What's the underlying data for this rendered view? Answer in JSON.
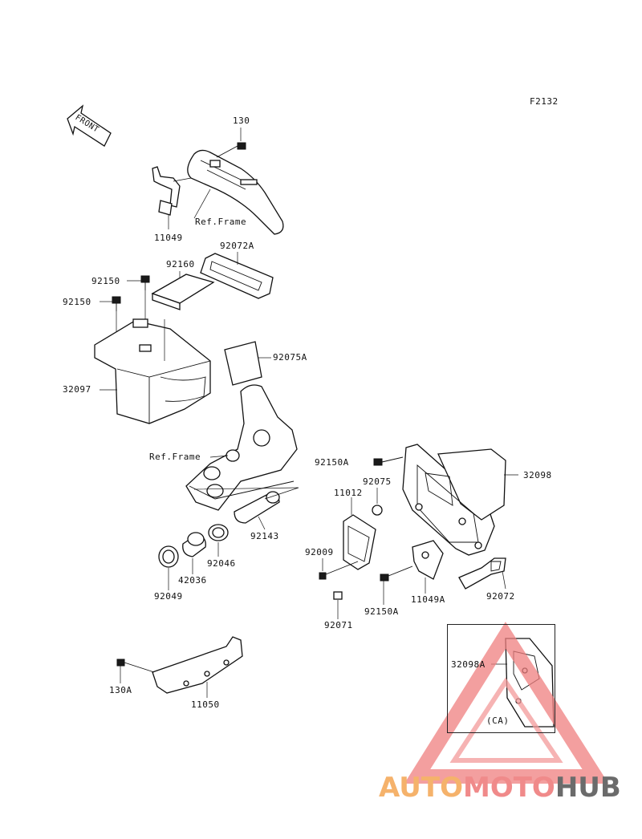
{
  "figure_code": "F2132",
  "front_label": "FRONT",
  "watermark": {
    "part1": "AUTO",
    "part2": "MOTO",
    "part3": "HUB",
    "color1": "#f5b26b",
    "color2": "#f08a8a",
    "color3": "#6b6b6b"
  },
  "inset_caption": "(CA)",
  "callouts": {
    "c130": "130",
    "c11049": "11049",
    "ref_frame_top": "Ref.Frame",
    "c92072A": "92072A",
    "c92160": "92160",
    "c92150_a": "92150",
    "c92150_b": "92150",
    "c92075A": "92075A",
    "c32097": "32097",
    "ref_frame_mid": "Ref.Frame",
    "c92150A_top": "92150A",
    "c92075": "92075",
    "c11012": "11012",
    "c32098": "32098",
    "c92009": "92009",
    "c11049A": "11049A",
    "c92072": "92072",
    "c92143": "92143",
    "c92046": "92046",
    "c42036": "42036",
    "c92049": "92049",
    "c92071": "92071",
    "c92150A_bot": "92150A",
    "c32098A": "32098A",
    "c130A": "130A",
    "c11050": "11050"
  }
}
